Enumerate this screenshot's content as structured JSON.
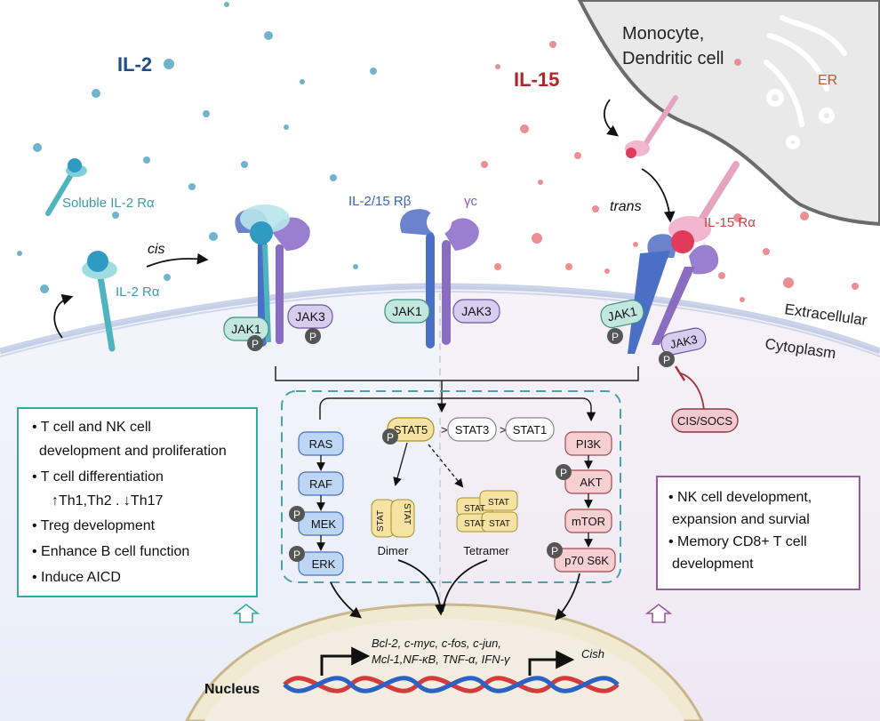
{
  "labels": {
    "il2": "IL-2",
    "il15": "IL-15",
    "monocyte_line1": "Monocyte,",
    "monocyte_line2": "Dendritic cell",
    "er": "ER",
    "soluble_il2ra": "Soluble IL-2 Rα",
    "il2ra": "IL-2 Rα",
    "cis": "cis",
    "trans": "trans",
    "il2_15_rb": "IL-2/15 Rβ",
    "gamma_c": "γc",
    "il15ra": "IL-15 Rα",
    "extracellular": "Extracellular",
    "cytoplasm": "Cytoplasm",
    "cis_socs": "CIS/SOCS",
    "nucleus": "Nucleus",
    "genes_line1": "Bcl-2, c-myc, c-fos, c-jun,",
    "genes_line2": "Mcl-1,NF-κB, TNF-α, IFN-γ",
    "cish": "Cish"
  },
  "receptors": {
    "jak1": "JAK1",
    "jak3": "JAK3",
    "phospho": "P"
  },
  "pathways": {
    "mapk": [
      "RAS",
      "RAF",
      "MEK",
      "ERK"
    ],
    "stat": [
      "STAT5",
      "STAT3",
      "STAT1"
    ],
    "stat_sep": ">",
    "pi3k": [
      "PI3K",
      "AKT",
      "mTOR",
      "p70 S6K"
    ],
    "stat_unit": "STAT",
    "dimer": "Dimer",
    "tetramer": "Tetramer"
  },
  "il2_effects": [
    "• T cell  and NK cell",
    "development and proliferation",
    "• T cell differentiation",
    "↑Th1,Th2 . ↓Th17",
    "• Treg development",
    "• Enhance B cell function",
    "• Induce AICD"
  ],
  "il15_effects": [
    "• NK cell  development,",
    "expansion and survial",
    "• Memory CD8+  T cell",
    "development"
  ],
  "colors": {
    "il2_blue": "#1d4e89",
    "il15_red": "#b42525",
    "rbeta": "#4a6fc4",
    "gammac": "#8a6cc0",
    "teal": "#4fb4c0",
    "pink": "#e99ab8",
    "effects_teal_border": "#3aa6a6",
    "effects_purple_border": "#9a5aa2"
  }
}
